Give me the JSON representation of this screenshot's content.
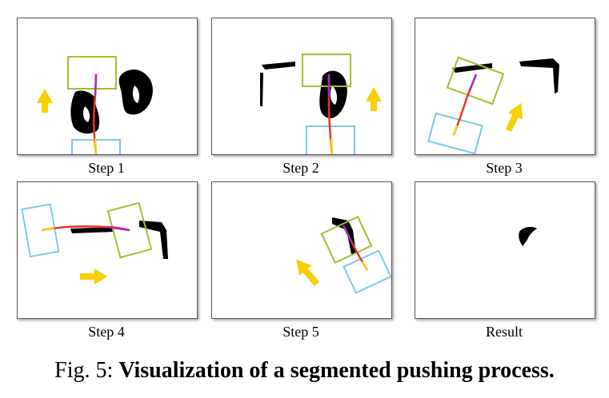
{
  "figure": {
    "panels": [
      {
        "label": "Step 1",
        "arrow_icon": "arrow-up-icon"
      },
      {
        "label": "Step 2",
        "arrow_icon": "arrow-up-icon"
      },
      {
        "label": "Step 3",
        "arrow_icon": "arrow-up-right-icon"
      },
      {
        "label": "Step 4",
        "arrow_icon": "arrow-right-icon"
      },
      {
        "label": "Step 5",
        "arrow_icon": "arrow-up-left-icon"
      },
      {
        "label": "Result",
        "arrow_icon": ""
      }
    ],
    "caption_prefix": "Fig. 5:",
    "caption_title": "Visualization of a segmented pushing process.",
    "colors": {
      "green_box": "#9dc12e",
      "blue_box": "#7ec8e8",
      "arrow": "#f7d000",
      "object": "#000000",
      "trajectory_start": "#f7d000",
      "trajectory_mid": "#e8342a",
      "trajectory_end": "#b026c8"
    }
  }
}
